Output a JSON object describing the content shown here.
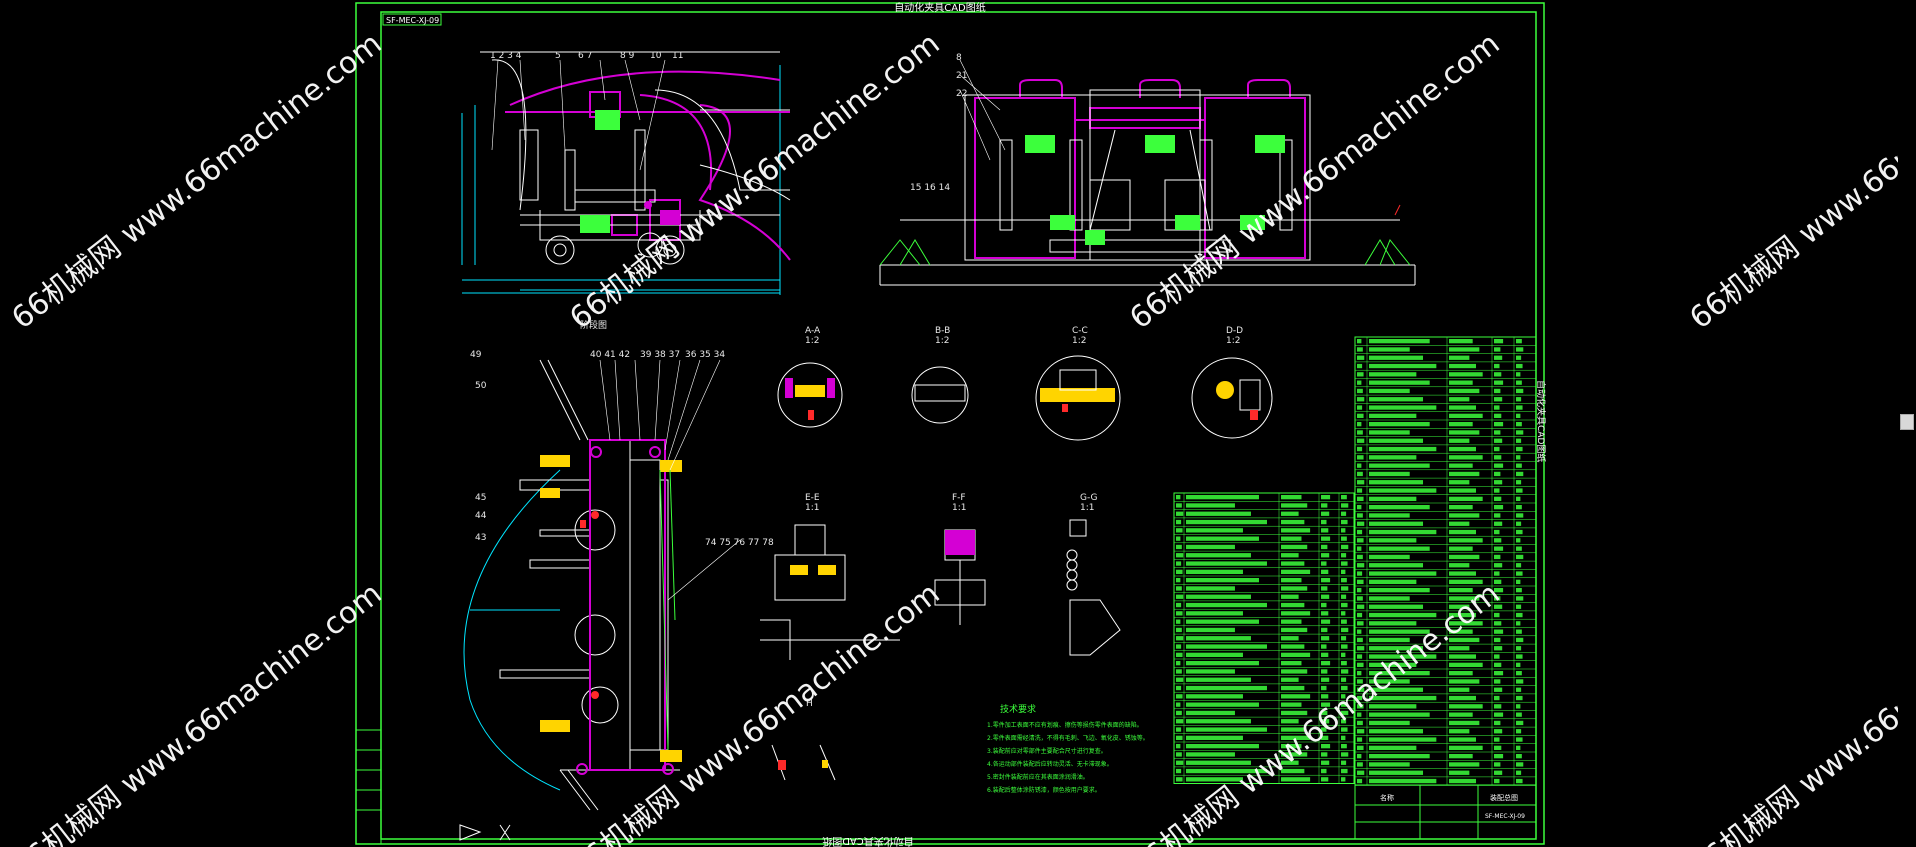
{
  "drawing": {
    "title": "自动化夹具CAD图纸",
    "corner_code": "SF-MEC-XJ-09",
    "vertical_title": "自动化夹具CAD图纸",
    "section_labels": [
      "A-A",
      "B-B",
      "C-C",
      "D-D",
      "E-E",
      "F-F",
      "G-G",
      "H"
    ],
    "section_scales": [
      "1:2",
      "1:2",
      "1:2",
      "1:2",
      "1:1",
      "1:1",
      "1:1"
    ],
    "tech_notes_title": "技术要求",
    "tech_notes": [
      "1.零件加工表面不应有划痕、擦伤等损伤零件表面的缺陷。",
      "2.零件表面需经清洗，不得有毛刺、飞边、氧化皮、锈蚀等。",
      "3.装配前应对零部件主要配合尺寸进行复查。",
      "4.各运动部件装配后应转动灵活、无卡滞现象。",
      "5.密封件装配前应在其表面涂润滑油。",
      "6.装配后整体涂防锈漆，颜色按用户要求。"
    ],
    "title_block": {
      "label1": "名称",
      "label2": "装配总图",
      "code": "SF-MEC-XJ-09"
    },
    "bottom_title": "自动化夹具CAD图纸"
  },
  "watermark": {
    "text": "66机械网 www.66machine.com"
  },
  "colors": {
    "background": "#000000",
    "frame": "#3cff3c",
    "magenta": "#d400d4",
    "cyan": "#00e5ff",
    "yellow": "#ffd400",
    "white": "#ffffff",
    "red": "#ff2a2a",
    "blue": "#2a6bff"
  }
}
